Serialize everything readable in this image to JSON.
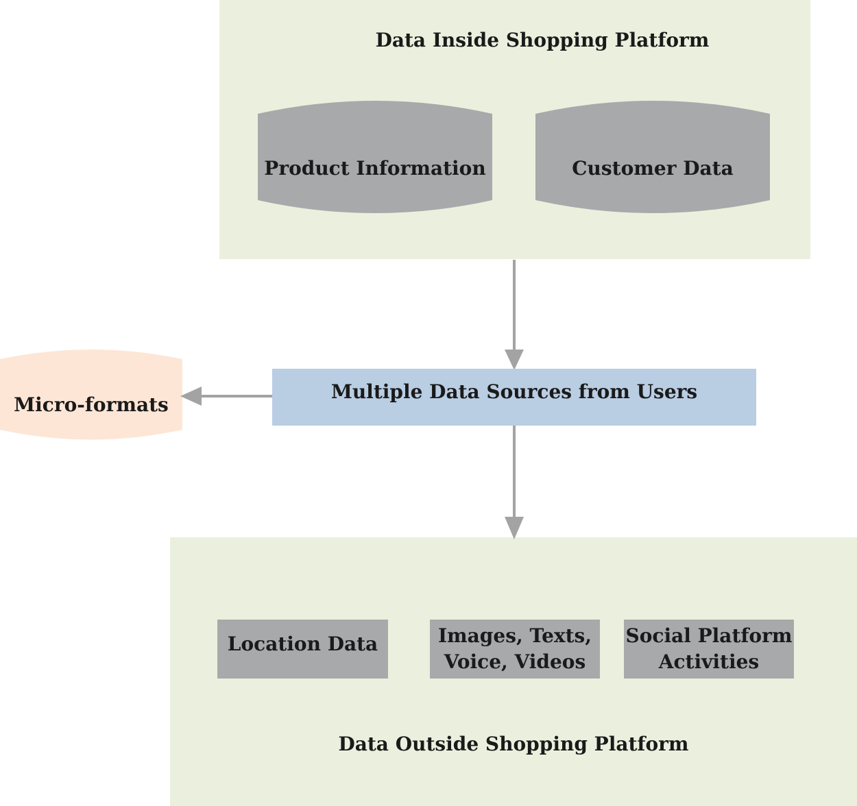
{
  "inside": {
    "title": "Data Inside Shopping Platform",
    "stores": [
      {
        "label": "Product Information"
      },
      {
        "label": "Customer Data"
      }
    ]
  },
  "hub": {
    "label": "Multiple Data Sources from Users"
  },
  "micro": {
    "label": "Micro-formats"
  },
  "outside": {
    "title": "Data Outside Shopping Platform",
    "boxes": [
      {
        "label": "Location Data"
      },
      {
        "lines": [
          "Images, Texts,",
          "Voice, Videos"
        ]
      },
      {
        "lines": [
          "Social Platform",
          "Activities"
        ]
      }
    ]
  },
  "colors": {
    "panel": "#ebf0de",
    "store": "#a8a9ab",
    "hub": "#b9cde3",
    "micro": "#fde6d6",
    "arrow": "#a3a3a3"
  }
}
